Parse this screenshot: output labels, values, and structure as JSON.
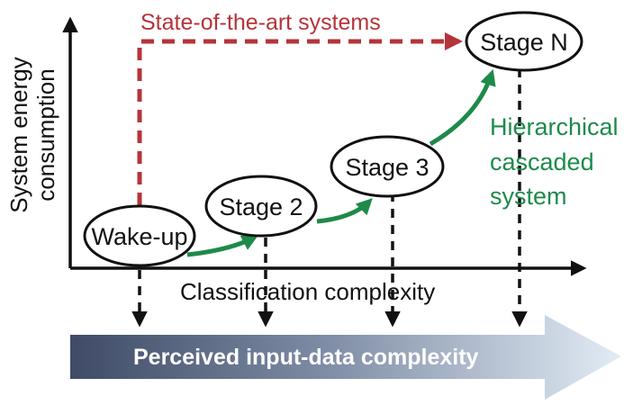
{
  "axes": {
    "y_label_line1": "System energy",
    "y_label_line2": "consumption",
    "x_label": "Classification complexity"
  },
  "nodes": {
    "wakeup": "Wake-up",
    "stage2": "Stage 2",
    "stage3": "Stage 3",
    "stageN": "Stage N"
  },
  "sota_label": "State-of-the-art systems",
  "hierarchical": {
    "line1": "Hierarchical",
    "line2": "cascaded",
    "line3": "system"
  },
  "banner_label": "Perceived input-data complexity",
  "colors": {
    "sota": "#b5343a",
    "hierarchical": "#1e8a4a",
    "banner_dark": "#4a5670",
    "banner_light": "#dbe7f2"
  }
}
